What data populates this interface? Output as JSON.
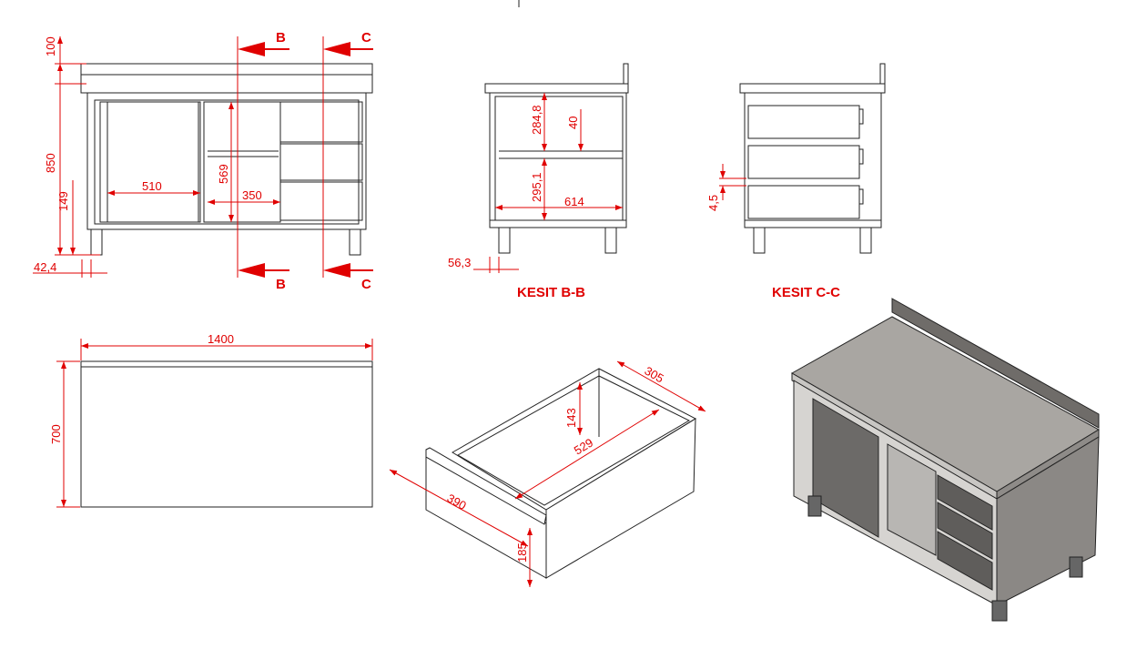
{
  "front_view": {
    "dims": {
      "top_thickness": "100",
      "height": "850",
      "shelf_height": "149",
      "leg_offset": "42,4",
      "door_width": "510",
      "inner_height": "569",
      "shelf_width": "350"
    },
    "cut_b_top": "B",
    "cut_b_bottom": "B",
    "cut_c_top": "C",
    "cut_c_bottom": "C"
  },
  "section_bb": {
    "title": "KESIT B-B",
    "dims": {
      "upper": "284,8",
      "gap": "40",
      "lower": "295,1",
      "depth": "614",
      "leg": "56,3"
    }
  },
  "section_cc": {
    "title": "KESIT C-C",
    "dims": {
      "gap": "4,5"
    }
  },
  "top_view": {
    "dims": {
      "width": "1400",
      "depth": "700"
    }
  },
  "drawer_view": {
    "dims": {
      "depth": "305",
      "height": "143",
      "length": "529",
      "width": "390",
      "front_height": "185"
    }
  },
  "colors": {
    "dimension": "#e00000",
    "line": "#222222"
  }
}
